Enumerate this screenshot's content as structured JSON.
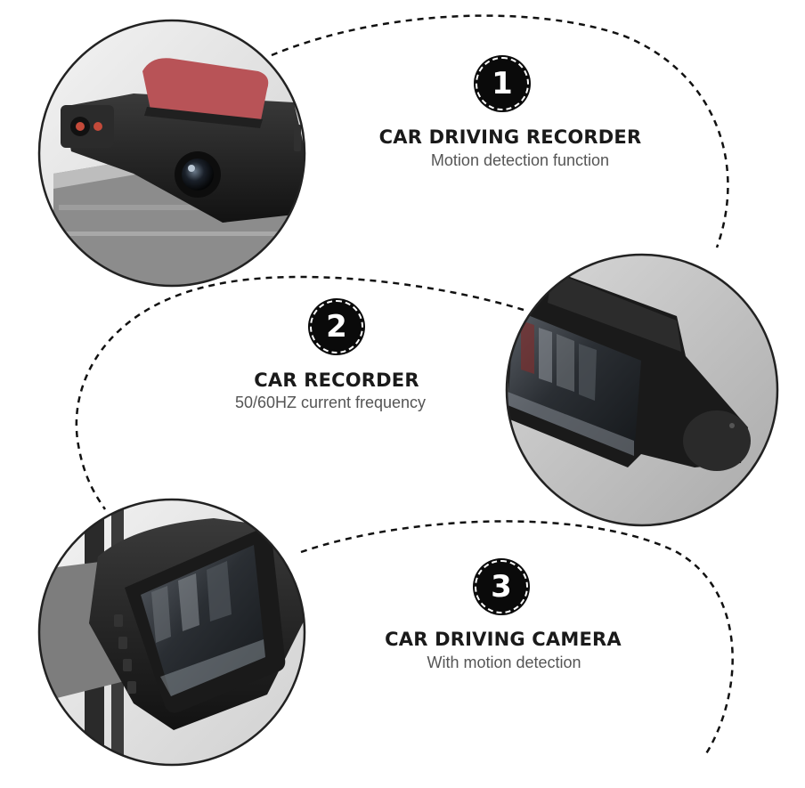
{
  "features": [
    {
      "number": "1",
      "title": "CAR DRIVING RECORDER",
      "subtitle": "Motion detection function"
    },
    {
      "number": "2",
      "title": "CAR RECORDER",
      "subtitle": "50/60HZ current frequency"
    },
    {
      "number": "3",
      "title": "CAR DRIVING CAMERA",
      "subtitle": "With motion detection"
    }
  ],
  "photos": [
    {
      "name": "dash-cam-rear-view-photo"
    },
    {
      "name": "dash-cam-screen-angle-photo"
    },
    {
      "name": "dash-cam-front-screen-photo"
    }
  ],
  "colors": {
    "text_dark": "#1a1a1a",
    "text_gray": "#555555",
    "badge": "#0a0a0a",
    "ring": "#222222",
    "dashed_path": "#111111"
  }
}
